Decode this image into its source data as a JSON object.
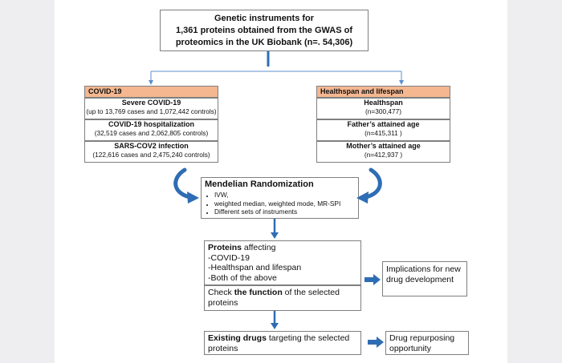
{
  "top": {
    "line1": "Genetic instruments for",
    "line2": "1,361 proteins obtained from the GWAS of",
    "line3": "proteomics in the UK Biobank (n=. 54,306)"
  },
  "covid": {
    "header": "COVID-19",
    "items": [
      {
        "title": "Severe COVID-19",
        "detail": "(up to 13,769 cases and 1,072,442 controls)"
      },
      {
        "title": "COVID-19 hospitalization",
        "detail": "(32,519 cases and 2,062,805 controls)"
      },
      {
        "title": "SARS-COV2 infection",
        "detail": "(122,616 cases and 2,475,240 controls)"
      }
    ]
  },
  "lifespan": {
    "header": "Healthspan and lifespan",
    "items": [
      {
        "title": "Healthspan",
        "detail": "(n=300,477)"
      },
      {
        "title": "Father’s attained age",
        "detail": "(n=415,311 )"
      },
      {
        "title": "Mother’s attained age",
        "detail": "(n=412,937 )"
      }
    ]
  },
  "mr": {
    "title": "Mendelian Randomization",
    "items": [
      "IVW,",
      "weighted median, weighted mode, MR-SPI",
      "Different sets of instruments"
    ]
  },
  "proteins": {
    "title_bold": "Proteins",
    "title_rest": " affecting",
    "lines": [
      "-COVID-19",
      "-Healthspan  and lifespan",
      "-Both of the above"
    ]
  },
  "function": {
    "pre": "Check ",
    "bold": "the function",
    "post": " of the selected proteins"
  },
  "implications": {
    "text": "Implications for new drug development"
  },
  "drugs": {
    "bold": "Existing drugs",
    "post": " targeting the selected proteins"
  },
  "repurposing": {
    "text": "Drug repurposing opportunity"
  },
  "colors": {
    "accent": "#2e6db4",
    "header_fill": "#f4b790",
    "border": "#7f7f7f"
  }
}
